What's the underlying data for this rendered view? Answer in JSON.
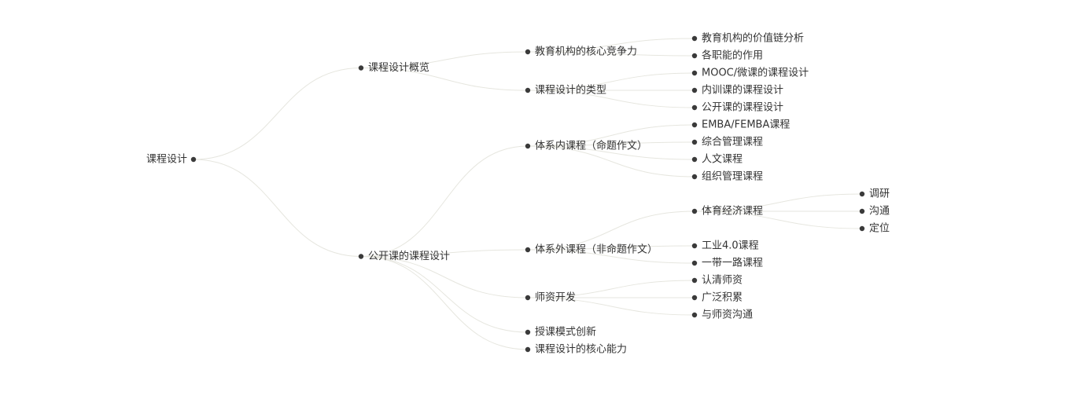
{
  "tree": {
    "id": "root",
    "label": "课程设计",
    "children": [
      {
        "id": "overview",
        "label": "课程设计概览",
        "children": [
          {
            "id": "core-competence",
            "label": "教育机构的核心竞争力",
            "children": [
              {
                "id": "value-chain",
                "label": "教育机构的价值链分析"
              },
              {
                "id": "functions",
                "label": "各职能的作用"
              }
            ]
          },
          {
            "id": "course-types",
            "label": "课程设计的类型",
            "children": [
              {
                "id": "mooc",
                "label": "MOOC/微课的课程设计"
              },
              {
                "id": "internal",
                "label": "内训课的课程设计"
              },
              {
                "id": "public",
                "label": "公开课的课程设计"
              }
            ]
          }
        ]
      },
      {
        "id": "public-course",
        "label": "公开课的课程设计",
        "children": [
          {
            "id": "in-system",
            "label": "体系内课程（命题作文）",
            "children": [
              {
                "id": "emba",
                "label": "EMBA/FEMBA课程"
              },
              {
                "id": "general-mgmt",
                "label": "综合管理课程"
              },
              {
                "id": "humanities",
                "label": "人文课程"
              },
              {
                "id": "org-mgmt",
                "label": "组织管理课程"
              }
            ]
          },
          {
            "id": "out-system",
            "label": "体系外课程（非命题作文）",
            "children": [
              {
                "id": "sports-economy",
                "label": "体育经济课程",
                "children": [
                  {
                    "id": "research",
                    "label": "调研"
                  },
                  {
                    "id": "communicate",
                    "label": "沟通"
                  },
                  {
                    "id": "position",
                    "label": "定位"
                  }
                ]
              },
              {
                "id": "industry40",
                "label": "工业4.0课程"
              },
              {
                "id": "belt-road",
                "label": "一带一路课程"
              }
            ]
          },
          {
            "id": "faculty",
            "label": "师资开发",
            "children": [
              {
                "id": "know-faculty",
                "label": "认清师资"
              },
              {
                "id": "accumulate",
                "label": "广泛积累"
              },
              {
                "id": "faculty-comm",
                "label": "与师资沟通"
              }
            ]
          },
          {
            "id": "teaching-innovation",
            "label": "授课模式创新"
          },
          {
            "id": "core-ability",
            "label": "课程设计的核心能力"
          }
        ]
      }
    ]
  },
  "colors": {
    "edge": "#e6e6df",
    "dot": "#3a3a3a",
    "text": "#333333",
    "background": "#ffffff"
  }
}
